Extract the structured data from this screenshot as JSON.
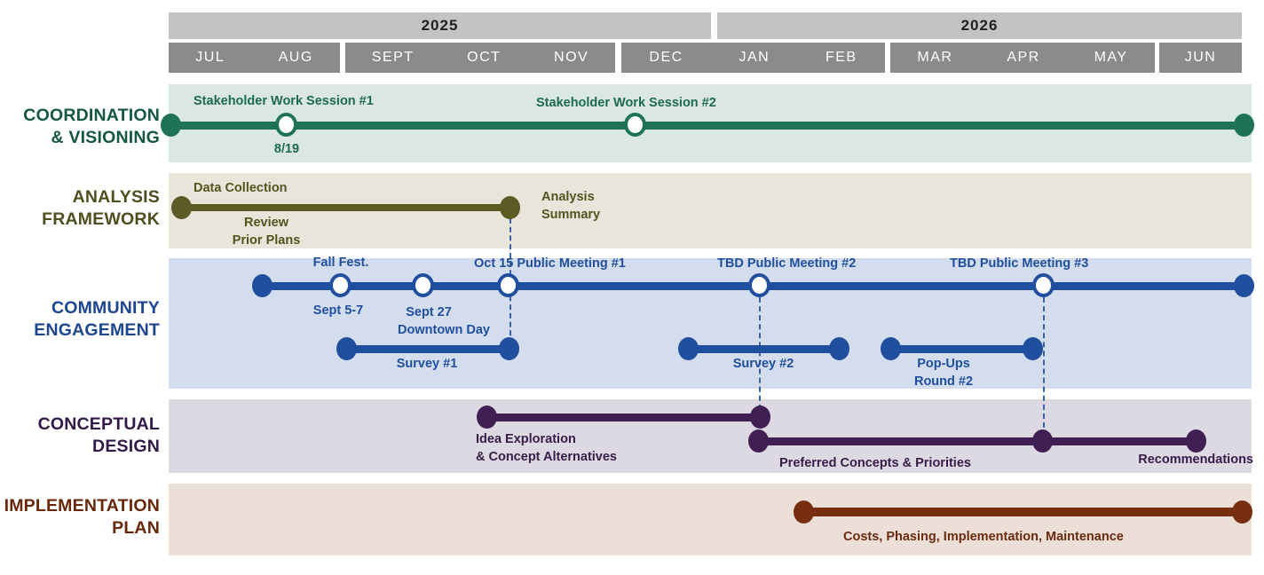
{
  "colors": {
    "year_bar_bg": "#c3c3c3",
    "year_text": "#1f1f1f",
    "month_bar_bg": "#8b8b8b",
    "month_text": "#ffffff",
    "dashed_connector": "#3a62a3",
    "coordination": {
      "accent": "#1e7354",
      "band": "#dae8e1"
    },
    "analysis": {
      "accent": "#5c5a25",
      "band": "#e8e6da"
    },
    "community": {
      "accent": "#1f4f9e",
      "band": "#d4ddee"
    },
    "conceptual": {
      "accent": "#402052",
      "band": "#ddd9e3"
    },
    "implementation": {
      "accent": "#772f10",
      "band": "#ecdfd7"
    }
  },
  "header": {
    "years": [
      "2025",
      "2026"
    ],
    "months": [
      "JUL",
      "AUG",
      "SEPT",
      "OCT",
      "NOV",
      "DEC",
      "JAN",
      "FEB",
      "MAR",
      "APR",
      "MAY",
      "JUN"
    ]
  },
  "rows": {
    "coordination": {
      "label1": "COORDINATION",
      "label2": "& VISIONING"
    },
    "analysis": {
      "label1": "ANALYSIS",
      "label2": "FRAMEWORK"
    },
    "community": {
      "label1": "COMMUNITY",
      "label2": "ENGAGEMENT"
    },
    "conceptual": {
      "label1": "CONCEPTUAL",
      "label2": "DESIGN"
    },
    "implementation": {
      "label1": "IMPLEMENTATION",
      "label2": "PLAN"
    }
  },
  "annotations": {
    "coordination": {
      "session1": "Stakeholder Work Session #1",
      "session1_date": "8/19",
      "session2": "Stakeholder Work Session #2"
    },
    "analysis": {
      "data_collection": "Data Collection",
      "review_line1": "Review",
      "review_line2": "Prior Plans",
      "summary_line1": "Analysis",
      "summary_line2": "Summary"
    },
    "community": {
      "fall_fest": "Fall Fest.",
      "fall_fest_date": "Sept 5-7",
      "downtown_line1": "Sept 27",
      "downtown_line2": "Downtown Day",
      "meeting1": "Oct 15 Public Meeting #1",
      "meeting2": "TBD Public Meeting #2",
      "meeting3": "TBD Public Meeting #3",
      "survey1": "Survey #1",
      "survey2": "Survey #2",
      "popups_line1": "Pop-Ups",
      "popups_line2": "Round #2"
    },
    "conceptual": {
      "idea_line1": "Idea Exploration",
      "idea_line2": "& Concept Alternatives",
      "preferred": "Preferred Concepts & Priorities",
      "recommendations": "Recommendations"
    },
    "implementation": {
      "costs": "Costs, Phasing, Implementation, Maintenance"
    }
  }
}
